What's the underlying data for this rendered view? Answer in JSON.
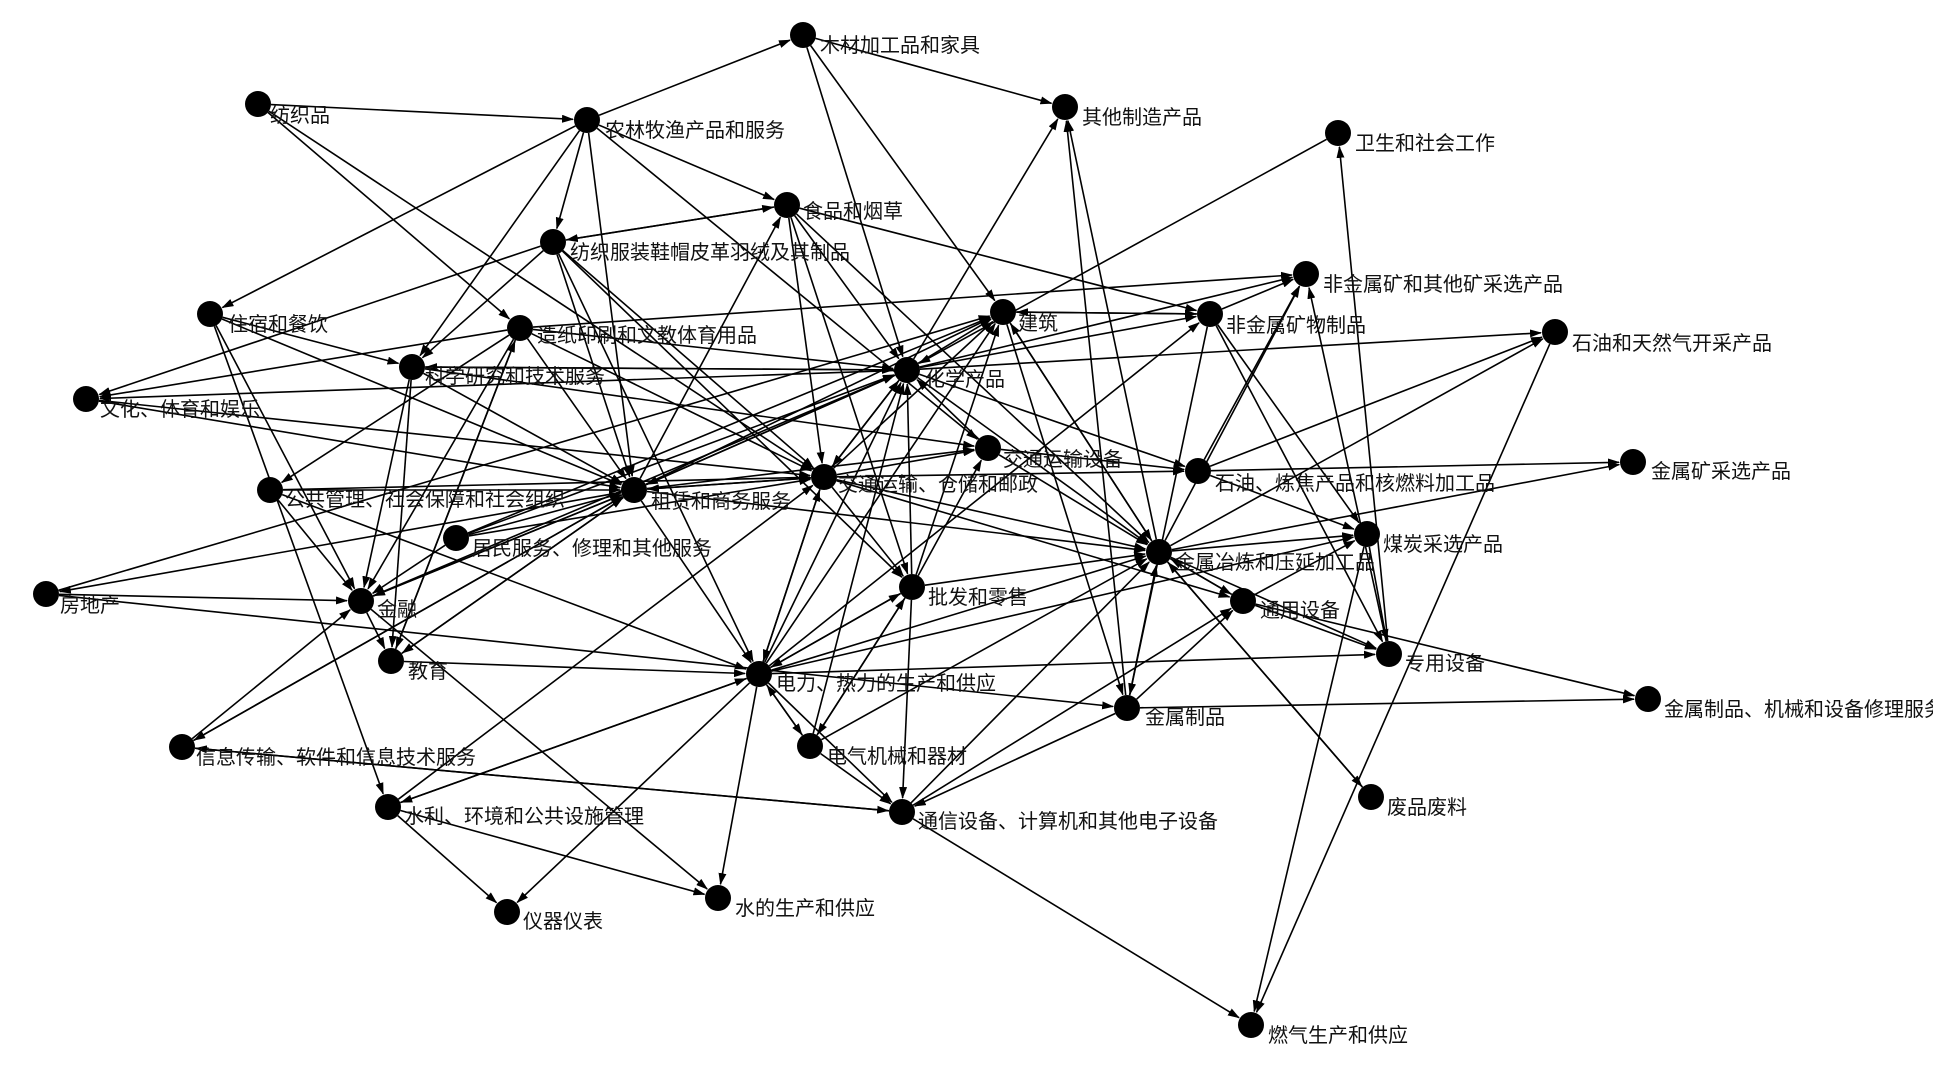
{
  "graph": {
    "colors": {
      "node": "#000000",
      "edge": "#000000",
      "label": "#111111",
      "background": "#ffffff"
    },
    "nodes": [
      {
        "id": "wood",
        "label": "木材加工品和家具"
      },
      {
        "id": "other_mfg",
        "label": "其他制造产品"
      },
      {
        "id": "textile",
        "label": "纺织品"
      },
      {
        "id": "agri",
        "label": "农林牧渔产品和服务"
      },
      {
        "id": "health",
        "label": "卫生和社会工作"
      },
      {
        "id": "food",
        "label": "食品和烟草"
      },
      {
        "id": "apparel",
        "label": "纺织服装鞋帽皮革羽绒及其制品"
      },
      {
        "id": "nonmetal_mine",
        "label": "非金属矿和其他矿采选产品"
      },
      {
        "id": "hotel",
        "label": "住宿和餐饮"
      },
      {
        "id": "paper",
        "label": "造纸印刷和文教体育用品"
      },
      {
        "id": "construct",
        "label": "建筑"
      },
      {
        "id": "nonmetal_prod",
        "label": "非金属矿物制品"
      },
      {
        "id": "oil_gas",
        "label": "石油和天然气开采产品"
      },
      {
        "id": "research",
        "label": "科学研究和技术服务"
      },
      {
        "id": "chem",
        "label": "化学产品"
      },
      {
        "id": "culture",
        "label": "文化、体育和娱乐"
      },
      {
        "id": "trans_equip",
        "label": "交通运输设备"
      },
      {
        "id": "metal_mine",
        "label": "金属矿采选产品"
      },
      {
        "id": "petro",
        "label": "石油、炼焦产品和核燃料加工品"
      },
      {
        "id": "public_admin",
        "label": "公共管理、社会保障和社会组织"
      },
      {
        "id": "leasing",
        "label": "租赁和商务服务"
      },
      {
        "id": "transport",
        "label": "交通运输、仓储和邮政"
      },
      {
        "id": "coal",
        "label": "煤炭采选产品"
      },
      {
        "id": "resident",
        "label": "居民服务、修理和其他服务"
      },
      {
        "id": "metal_smelt",
        "label": "金属冶炼和压延加工品"
      },
      {
        "id": "realestate",
        "label": "房地产"
      },
      {
        "id": "finance",
        "label": "金融"
      },
      {
        "id": "wholesale",
        "label": "批发和零售"
      },
      {
        "id": "general_equip",
        "label": "通用设备"
      },
      {
        "id": "special_equip",
        "label": "专用设备"
      },
      {
        "id": "education",
        "label": "教育"
      },
      {
        "id": "power",
        "label": "电力、热力的生产和供应"
      },
      {
        "id": "metal_prod",
        "label": "金属制品"
      },
      {
        "id": "repair",
        "label": "金属制品、机械和设备修理服务"
      },
      {
        "id": "info",
        "label": "信息传输、软件和信息技术服务"
      },
      {
        "id": "electrical",
        "label": "电气机械和器材"
      },
      {
        "id": "water_env",
        "label": "水利、环境和公共设施管理"
      },
      {
        "id": "telecom",
        "label": "通信设备、计算机和其他电子设备"
      },
      {
        "id": "scrap",
        "label": "废品废料"
      },
      {
        "id": "instrument",
        "label": "仪器仪表"
      },
      {
        "id": "water",
        "label": "水的生产和供应"
      },
      {
        "id": "gas",
        "label": "燃气生产和供应"
      }
    ],
    "edges": [
      [
        "agri",
        "wood"
      ],
      [
        "wood",
        "other_mfg"
      ],
      [
        "wood",
        "construct"
      ],
      [
        "wood",
        "chem"
      ],
      [
        "textile",
        "agri"
      ],
      [
        "textile",
        "paper"
      ],
      [
        "textile",
        "transport"
      ],
      [
        "agri",
        "apparel"
      ],
      [
        "agri",
        "food"
      ],
      [
        "agri",
        "research"
      ],
      [
        "agri",
        "hotel"
      ],
      [
        "agri",
        "leasing"
      ],
      [
        "agri",
        "trans_equip"
      ],
      [
        "apparel",
        "food"
      ],
      [
        "apparel",
        "culture"
      ],
      [
        "apparel",
        "leasing"
      ],
      [
        "apparel",
        "transport"
      ],
      [
        "apparel",
        "power"
      ],
      [
        "apparel",
        "research"
      ],
      [
        "apparel",
        "wholesale"
      ],
      [
        "food",
        "chem"
      ],
      [
        "food",
        "transport"
      ],
      [
        "food",
        "wholesale"
      ],
      [
        "food",
        "metal_smelt"
      ],
      [
        "food",
        "nonmetal_prod"
      ],
      [
        "paper",
        "culture"
      ],
      [
        "paper",
        "chem"
      ],
      [
        "paper",
        "transport"
      ],
      [
        "paper",
        "leasing"
      ],
      [
        "paper",
        "education"
      ],
      [
        "paper",
        "finance"
      ],
      [
        "paper",
        "public_admin"
      ],
      [
        "paper",
        "nonmetal_mine"
      ],
      [
        "hotel",
        "research"
      ],
      [
        "hotel",
        "finance"
      ],
      [
        "hotel",
        "water_env"
      ],
      [
        "hotel",
        "leasing"
      ],
      [
        "research",
        "chem"
      ],
      [
        "research",
        "leasing"
      ],
      [
        "research",
        "trans_equip"
      ],
      [
        "research",
        "finance"
      ],
      [
        "research",
        "education"
      ],
      [
        "culture",
        "transport"
      ],
      [
        "culture",
        "leasing"
      ],
      [
        "public_admin",
        "leasing"
      ],
      [
        "public_admin",
        "finance"
      ],
      [
        "public_admin",
        "transport"
      ],
      [
        "public_admin",
        "power"
      ],
      [
        "resident",
        "construct"
      ],
      [
        "resident",
        "finance"
      ],
      [
        "resident",
        "chem"
      ],
      [
        "resident",
        "transport"
      ],
      [
        "resident",
        "leasing"
      ],
      [
        "leasing",
        "construct"
      ],
      [
        "leasing",
        "chem"
      ],
      [
        "leasing",
        "food"
      ],
      [
        "leasing",
        "transport"
      ],
      [
        "leasing",
        "trans_equip"
      ],
      [
        "leasing",
        "metal_smelt"
      ],
      [
        "leasing",
        "finance"
      ],
      [
        "leasing",
        "realestate"
      ],
      [
        "leasing",
        "power"
      ],
      [
        "leasing",
        "education"
      ],
      [
        "leasing",
        "info"
      ],
      [
        "transport",
        "construct"
      ],
      [
        "transport",
        "chem"
      ],
      [
        "transport",
        "trans_equip"
      ],
      [
        "transport",
        "petro"
      ],
      [
        "transport",
        "metal_smelt"
      ],
      [
        "transport",
        "wholesale"
      ],
      [
        "transport",
        "power"
      ],
      [
        "transport",
        "leasing"
      ],
      [
        "transport",
        "general_equip"
      ],
      [
        "chem",
        "other_mfg"
      ],
      [
        "chem",
        "construct"
      ],
      [
        "chem",
        "nonmetal_mine"
      ],
      [
        "chem",
        "nonmetal_prod"
      ],
      [
        "chem",
        "oil_gas"
      ],
      [
        "chem",
        "transport"
      ],
      [
        "chem",
        "metal_smelt"
      ],
      [
        "chem",
        "petro"
      ],
      [
        "chem",
        "leasing"
      ],
      [
        "chem",
        "research"
      ],
      [
        "chem",
        "culture"
      ],
      [
        "construct",
        "nonmetal_prod"
      ],
      [
        "construct",
        "metal_prod"
      ],
      [
        "construct",
        "metal_smelt"
      ],
      [
        "trans_equip",
        "metal_smelt"
      ],
      [
        "trans_equip",
        "petro"
      ],
      [
        "trans_equip",
        "chem"
      ],
      [
        "nonmetal_prod",
        "nonmetal_mine"
      ],
      [
        "nonmetal_prod",
        "coal"
      ],
      [
        "nonmetal_prod",
        "special_equip"
      ],
      [
        "nonmetal_prod",
        "construct"
      ],
      [
        "nonmetal_prod",
        "metal_prod"
      ],
      [
        "petro",
        "oil_gas"
      ],
      [
        "petro",
        "metal_mine"
      ],
      [
        "petro",
        "coal"
      ],
      [
        "petro",
        "nonmetal_mine"
      ],
      [
        "metal_smelt",
        "metal_mine"
      ],
      [
        "metal_smelt",
        "coal"
      ],
      [
        "metal_smelt",
        "general_equip"
      ],
      [
        "metal_smelt",
        "special_equip"
      ],
      [
        "metal_smelt",
        "scrap"
      ],
      [
        "metal_smelt",
        "nonmetal_mine"
      ],
      [
        "metal_smelt",
        "oil_gas"
      ],
      [
        "metal_smelt",
        "other_mfg"
      ],
      [
        "metal_smelt",
        "construct"
      ],
      [
        "general_equip",
        "coal"
      ],
      [
        "general_equip",
        "special_equip"
      ],
      [
        "general_equip",
        "metal_smelt"
      ],
      [
        "general_equip",
        "repair"
      ],
      [
        "special_equip",
        "nonmetal_mine"
      ],
      [
        "special_equip",
        "health"
      ],
      [
        "coal",
        "gas"
      ],
      [
        "coal",
        "special_equip"
      ],
      [
        "oil_gas",
        "gas"
      ],
      [
        "metal_prod",
        "other_mfg"
      ],
      [
        "metal_prod",
        "repair"
      ],
      [
        "metal_prod",
        "telecom"
      ],
      [
        "metal_prod",
        "general_equip"
      ],
      [
        "metal_prod",
        "metal_smelt"
      ],
      [
        "wholesale",
        "construct"
      ],
      [
        "wholesale",
        "chem"
      ],
      [
        "wholesale",
        "telecom"
      ],
      [
        "wholesale",
        "electrical"
      ],
      [
        "wholesale",
        "power"
      ],
      [
        "wholesale",
        "metal_smelt"
      ],
      [
        "wholesale",
        "trans_equip"
      ],
      [
        "power",
        "chem"
      ],
      [
        "power",
        "construct"
      ],
      [
        "power",
        "transport"
      ],
      [
        "power",
        "metal_smelt"
      ],
      [
        "power",
        "coal"
      ],
      [
        "power",
        "water"
      ],
      [
        "power",
        "telecom"
      ],
      [
        "power",
        "electrical"
      ],
      [
        "power",
        "water_env"
      ],
      [
        "power",
        "instrument"
      ],
      [
        "power",
        "wholesale"
      ],
      [
        "power",
        "special_equip"
      ],
      [
        "power",
        "nonmetal_prod"
      ],
      [
        "electrical",
        "telecom"
      ],
      [
        "electrical",
        "metal_smelt"
      ],
      [
        "electrical",
        "chem"
      ],
      [
        "electrical",
        "power"
      ],
      [
        "electrical",
        "wholesale"
      ],
      [
        "telecom",
        "gas"
      ],
      [
        "telecom",
        "info"
      ],
      [
        "telecom",
        "metal_smelt"
      ],
      [
        "telecom",
        "general_equip"
      ],
      [
        "info",
        "leasing"
      ],
      [
        "info",
        "finance"
      ],
      [
        "info",
        "telecom"
      ],
      [
        "water_env",
        "water"
      ],
      [
        "water_env",
        "instrument"
      ],
      [
        "water_env",
        "power"
      ],
      [
        "water_env",
        "transport"
      ],
      [
        "finance",
        "water"
      ],
      [
        "finance",
        "education"
      ],
      [
        "finance",
        "leasing"
      ],
      [
        "finance",
        "chem"
      ],
      [
        "education",
        "power"
      ],
      [
        "education",
        "leasing"
      ],
      [
        "education",
        "paper"
      ],
      [
        "realestate",
        "finance"
      ],
      [
        "realestate",
        "construct"
      ],
      [
        "realestate",
        "metal_prod"
      ],
      [
        "scrap",
        "metal_smelt"
      ],
      [
        "health",
        "chem"
      ],
      [
        "food",
        "apparel"
      ]
    ]
  }
}
